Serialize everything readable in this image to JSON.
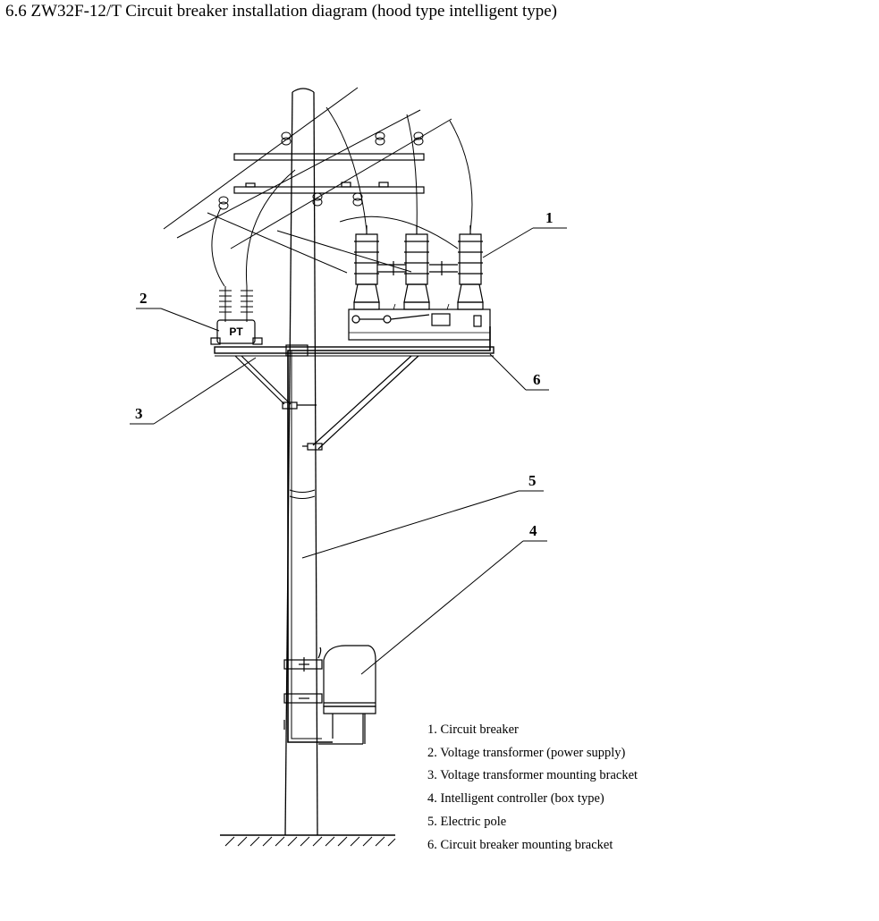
{
  "title": "6.6 ZW32F-12/T Circuit breaker installation diagram (hood type intelligent type)",
  "callouts": [
    "1",
    "2",
    "3",
    "4",
    "5",
    "6"
  ],
  "pt_label": "PT",
  "legend": [
    "1. Circuit breaker",
    "2. Voltage transformer (power supply)",
    "3. Voltage transformer mounting bracket",
    "4. Intelligent controller (box type)",
    "5. Electric pole",
    "6. Circuit breaker mounting bracket"
  ]
}
